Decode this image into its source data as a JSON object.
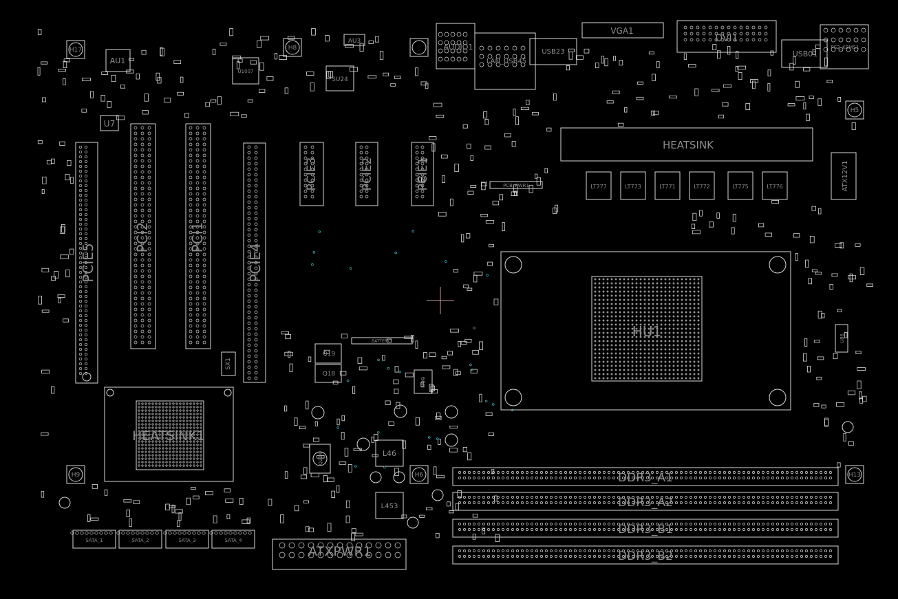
{
  "colors": {
    "background": "#000000",
    "outline": "#d9d9d9",
    "label": "#8c8c8c",
    "cursor": "#c79a9a",
    "via": "#3fa3b0"
  },
  "labels": {
    "pcie5": "PCIE5",
    "pcie4": "PCIE4",
    "pcie3": "PCIE3",
    "pcie2": "PCIE2",
    "pcie1": "PCIE1",
    "pci2": "PCI2",
    "pci1": "PCI1",
    "hu1": "HU1",
    "heatsink1": "HEATSINK1",
    "atxpwr1": "ATXPWR1",
    "ddr3_a1": "DDR3_A1",
    "ddr3_a2": "DDR3_A2",
    "ddr3_b1": "DDR3_B1",
    "ddr3_b2": "DDR3_B2",
    "heatsink_cpu": "HEATSINK",
    "atx12v1": "ATX12V1",
    "battery1": "BATTERY1",
    "pcb_pwr1": "PCB_PWR1",
    "au1": "AU1",
    "au3": "AU3",
    "u7": "U7",
    "u1007": "U1007",
    "su24": "SU24",
    "audio1": "AUDIO1",
    "lan_usb45": "LAN_USB45",
    "usb23": "USB23",
    "vga1": "VGA1",
    "dvi1": "DVI1",
    "usb01": "USB01",
    "ps2_kbms1": "PS2_KBMS1",
    "sx1": "SX1",
    "q19": "Q19",
    "q18": "Q18",
    "q224": "Q224",
    "u99": "U99",
    "l46": "L46",
    "l453": "L453",
    "u86": "U86",
    "lt777": "LT777",
    "lt773": "LT773",
    "lt771": "LT771",
    "lt772": "LT772",
    "lt775": "LT775",
    "lt776": "LT776",
    "h5": "H5",
    "h6": "H6",
    "h8": "H8",
    "h9": "H9",
    "h13": "H13",
    "h17": "H17",
    "sata1": "SATA_1",
    "sata2": "SATA_2",
    "sata3": "SATA_3",
    "sata4": "SATA_4"
  }
}
